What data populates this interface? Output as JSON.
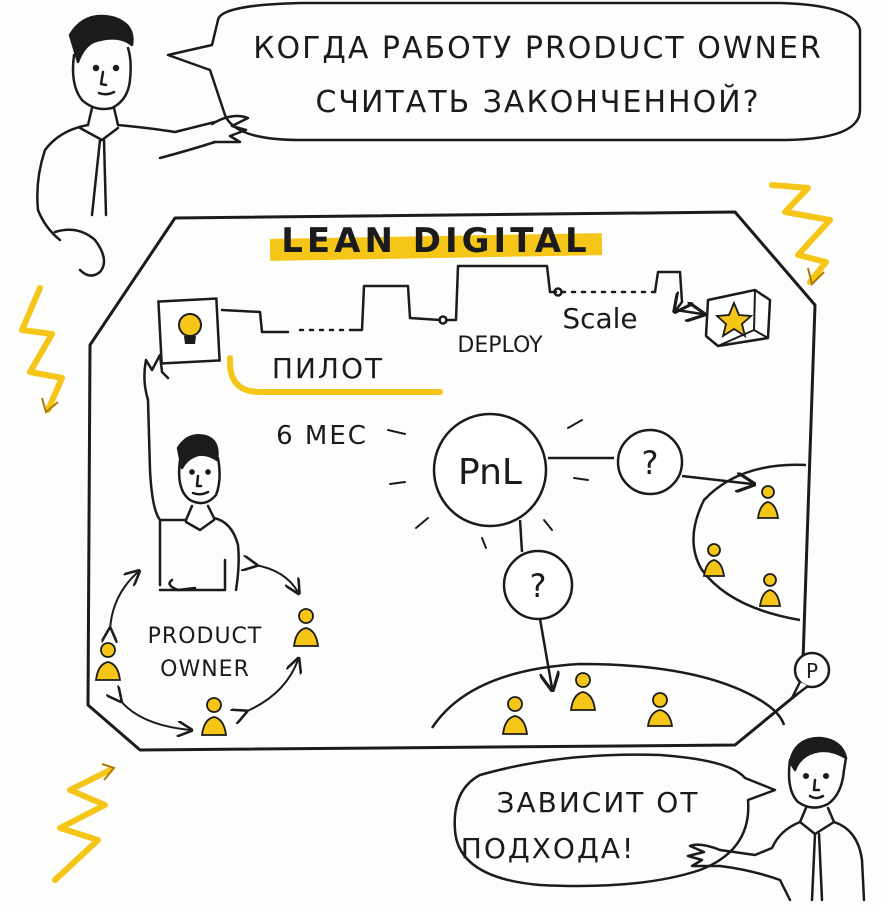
{
  "question_bubble": {
    "line1": "КОГДА РАБОТУ PRODUCT OWNER",
    "line2": "СЧИТАТЬ ЗАКОНЧЕННОЙ?"
  },
  "answer_bubble": {
    "line1": "ЗАВИСИТ ОТ",
    "line2": "ПОДХОДА!"
  },
  "frame_title": "LEAN DIGITAL",
  "timeline": {
    "pilot_label": "ПИЛОТ",
    "duration_label": "6 МЕС",
    "deploy_label": "DEPLOY",
    "scale_label": "Scale"
  },
  "pnl_label": "PnL",
  "question_mark": "?",
  "product_owner": {
    "line1": "PRODUCT",
    "line2": "OWNER"
  },
  "p_badge": "P",
  "colors": {
    "accent": "#f5c518",
    "ink": "#1b1b1b"
  }
}
